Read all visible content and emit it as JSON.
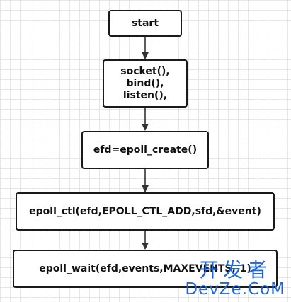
{
  "nodes": {
    "start": "start",
    "socket_lines": [
      "socket(),",
      "bind(),",
      "listen(),"
    ],
    "create": "efd=epoll_create()",
    "ctl": "epoll_ctl(efd,EPOLL_CTL_ADD,sfd,&event)",
    "wait": "epoll_wait(efd,events,MAXEVENTS,-1)"
  },
  "watermark": {
    "cn": "开发者",
    "en": "DevZe.CoM"
  },
  "colors": {
    "border": "#1a1a1a",
    "arrow": "#333333",
    "grid": "#e6e6e6",
    "watermark": "#1f66d6"
  }
}
